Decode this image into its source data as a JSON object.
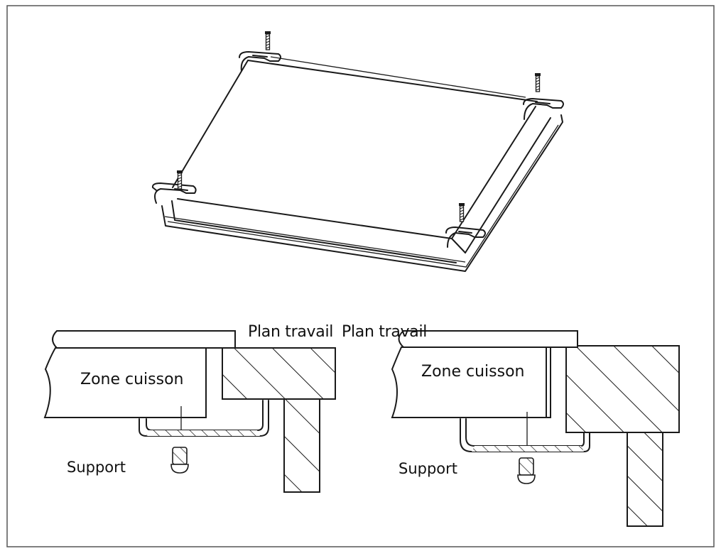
{
  "frame": {
    "border_color": "#555555",
    "background": "#ffffff"
  },
  "labels": {
    "worktop_left": "Plan travail",
    "worktop_right": "Plan travail",
    "zone_left": "Zone cuisson",
    "zone_right": "Zone cuisson",
    "support_left": "Support",
    "support_right": "Support"
  },
  "icons": [
    "screw-icon",
    "mounting-bracket-icon",
    "hatched-worktop-section"
  ]
}
